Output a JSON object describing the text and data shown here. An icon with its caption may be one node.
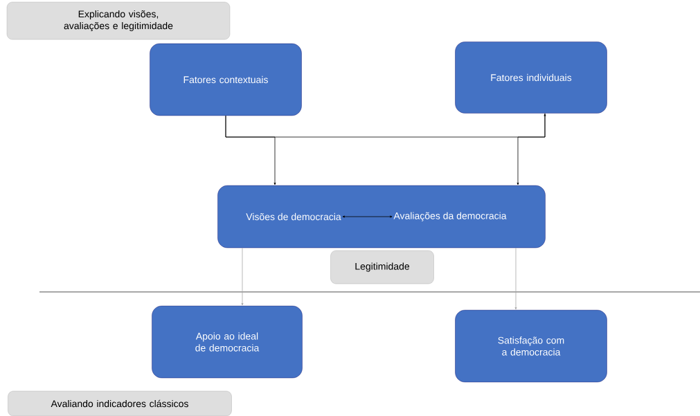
{
  "diagram": {
    "nodes": [
      {
        "text": [
          "Explicando visões, avaliações e legitimidade"
        ]
      },
      {
        "text": [
          "Fatores contextuais"
        ]
      },
      {
        "text": [
          "Fatores individuais"
        ]
      },
      {
        "text": [],
        "shape": "box"
      },
      {
        "text": [
          "Visões de democracia"
        ],
        "in": 3
      },
      {
        "text": [
          "Avaliações da democracia"
        ],
        "in": 3
      },
      {
        "text": [
          "Legitimidade"
        ]
      },
      {
        "text": [
          "Apoio ao ideal de democracia"
        ]
      },
      {
        "text": [
          "Satisfação com a democracia"
        ]
      },
      {
        "text": [
          "Avaliando indicadores clássicos"
        ]
      }
    ],
    "edges": [
      {
        "from": 1,
        "to": 2,
        "arrow": "to"
      },
      {
        "from": 1,
        "to": 3,
        "arrow": "to"
      },
      {
        "from": 2,
        "to": 3,
        "arrow": "to"
      },
      {
        "from": 4,
        "to": 5,
        "arrow": "both"
      },
      {
        "from": 3,
        "to": 7,
        "arrow": "to",
        "color": "#a6a6a6"
      },
      {
        "from": 3,
        "to": 8,
        "arrow": "to",
        "color": "#a6a6a6"
      }
    ]
  }
}
